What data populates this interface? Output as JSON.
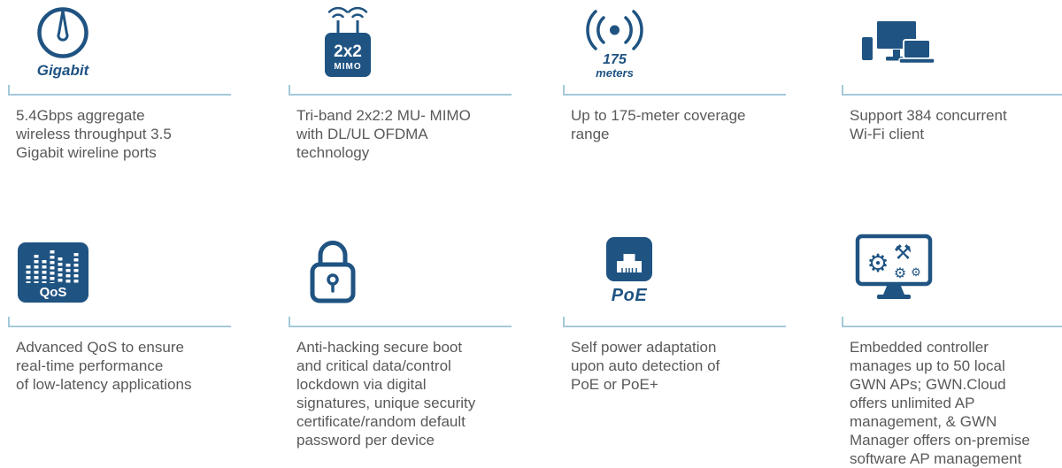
{
  "colors": {
    "accent": "#1f5382",
    "separator_line": "#a4c9da",
    "body_text": "#595959"
  },
  "icons": {
    "gear": "⚙",
    "tools": "⚒"
  },
  "features": [
    {
      "name": "gigabit-throughput",
      "label": "Gigabit",
      "description": "5.4Gbps aggregate\nwireless throughput 3.5\nGigabit wireline ports"
    },
    {
      "name": "mimo",
      "label_primary": "2x2",
      "label_secondary": "MIMO",
      "description": "Tri-band 2x2:2 MU- MIMO\nwith DL/UL OFDMA\ntechnology"
    },
    {
      "name": "coverage-range",
      "label_primary": "175",
      "label_secondary": "meters",
      "description": "Up to 175-meter coverage\nrange"
    },
    {
      "name": "concurrent-clients",
      "description": "Support 384 concurrent\nWi-Fi client"
    },
    {
      "name": "qos",
      "label": "QoS",
      "description": "Advanced QoS to ensure\nreal-time performance\nof low-latency applications"
    },
    {
      "name": "security",
      "description": "Anti-hacking secure boot\nand critical data/control\nlockdown via digital\nsignatures, unique security\ncertificate/random default\npassword per device"
    },
    {
      "name": "poe",
      "label": "PoE",
      "description": "Self power adaptation\nupon auto detection of\nPoE or PoE+"
    },
    {
      "name": "embedded-controller",
      "description": "Embedded controller\nmanages up to 50 local\nGWN APs; GWN.Cloud\noffers unlimited AP\nmanagement, & GWN\nManager offers on-premise\nsoftware AP management"
    }
  ]
}
